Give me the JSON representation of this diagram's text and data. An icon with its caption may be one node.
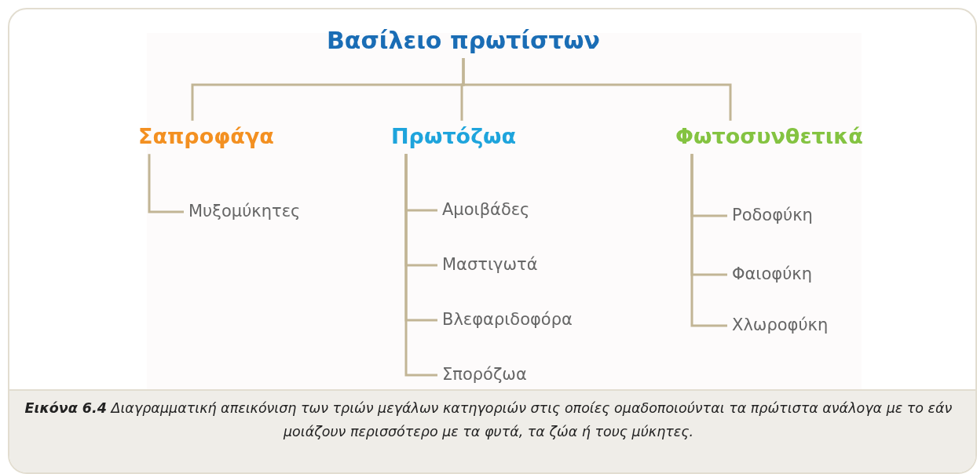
{
  "diagram": {
    "caption": "**Εικόνα 6.4** *Διαγραμματική απεικόνιση των τριών μεγάλων κατηγοριών στις οποίες ομαδοποιούνται τα πρώτιστα ανάλογα με το εάν μοιάζουν περισσότερο με τα φυτά, τα ζώα ή τους μύκητες.*",
    "nodes": [
      {
        "text": [
          "Βασίλειο πρωτίστων"
        ]
      },
      {
        "text": [
          "Σαπροφάγα"
        ]
      },
      {
        "text": [
          "Πρωτόζωα"
        ]
      },
      {
        "text": [
          "Φωτοσυνθετικά"
        ]
      },
      {
        "text": [
          "Μυξομύκητες"
        ]
      },
      {
        "text": [
          "Αμοιβάδες"
        ]
      },
      {
        "text": [
          "Μαστιγωτά"
        ]
      },
      {
        "text": [
          "Βλεφαριδοφόρα"
        ]
      },
      {
        "text": [
          "Σπορόζωα"
        ]
      },
      {
        "text": [
          "Ροδοφύκη"
        ]
      },
      {
        "text": [
          "Φαιοφύκη"
        ]
      },
      {
        "text": [
          "Χλωροφύκη"
        ]
      }
    ],
    "edges": [
      {
        "from": 0,
        "to": 1,
        "arrow": "none"
      },
      {
        "from": 0,
        "to": 2,
        "arrow": "none"
      },
      {
        "from": 0,
        "to": 3,
        "arrow": "none"
      },
      {
        "from": 1,
        "to": 4,
        "arrow": "none"
      },
      {
        "from": 2,
        "to": 5,
        "arrow": "none"
      },
      {
        "from": 2,
        "to": 6,
        "arrow": "none"
      },
      {
        "from": 2,
        "to": 7,
        "arrow": "none"
      },
      {
        "from": 2,
        "to": 8,
        "arrow": "none"
      },
      {
        "from": 3,
        "to": 9,
        "arrow": "none"
      },
      {
        "from": 3,
        "to": 10,
        "arrow": "none"
      },
      {
        "from": 3,
        "to": 11,
        "arrow": "none"
      }
    ]
  }
}
